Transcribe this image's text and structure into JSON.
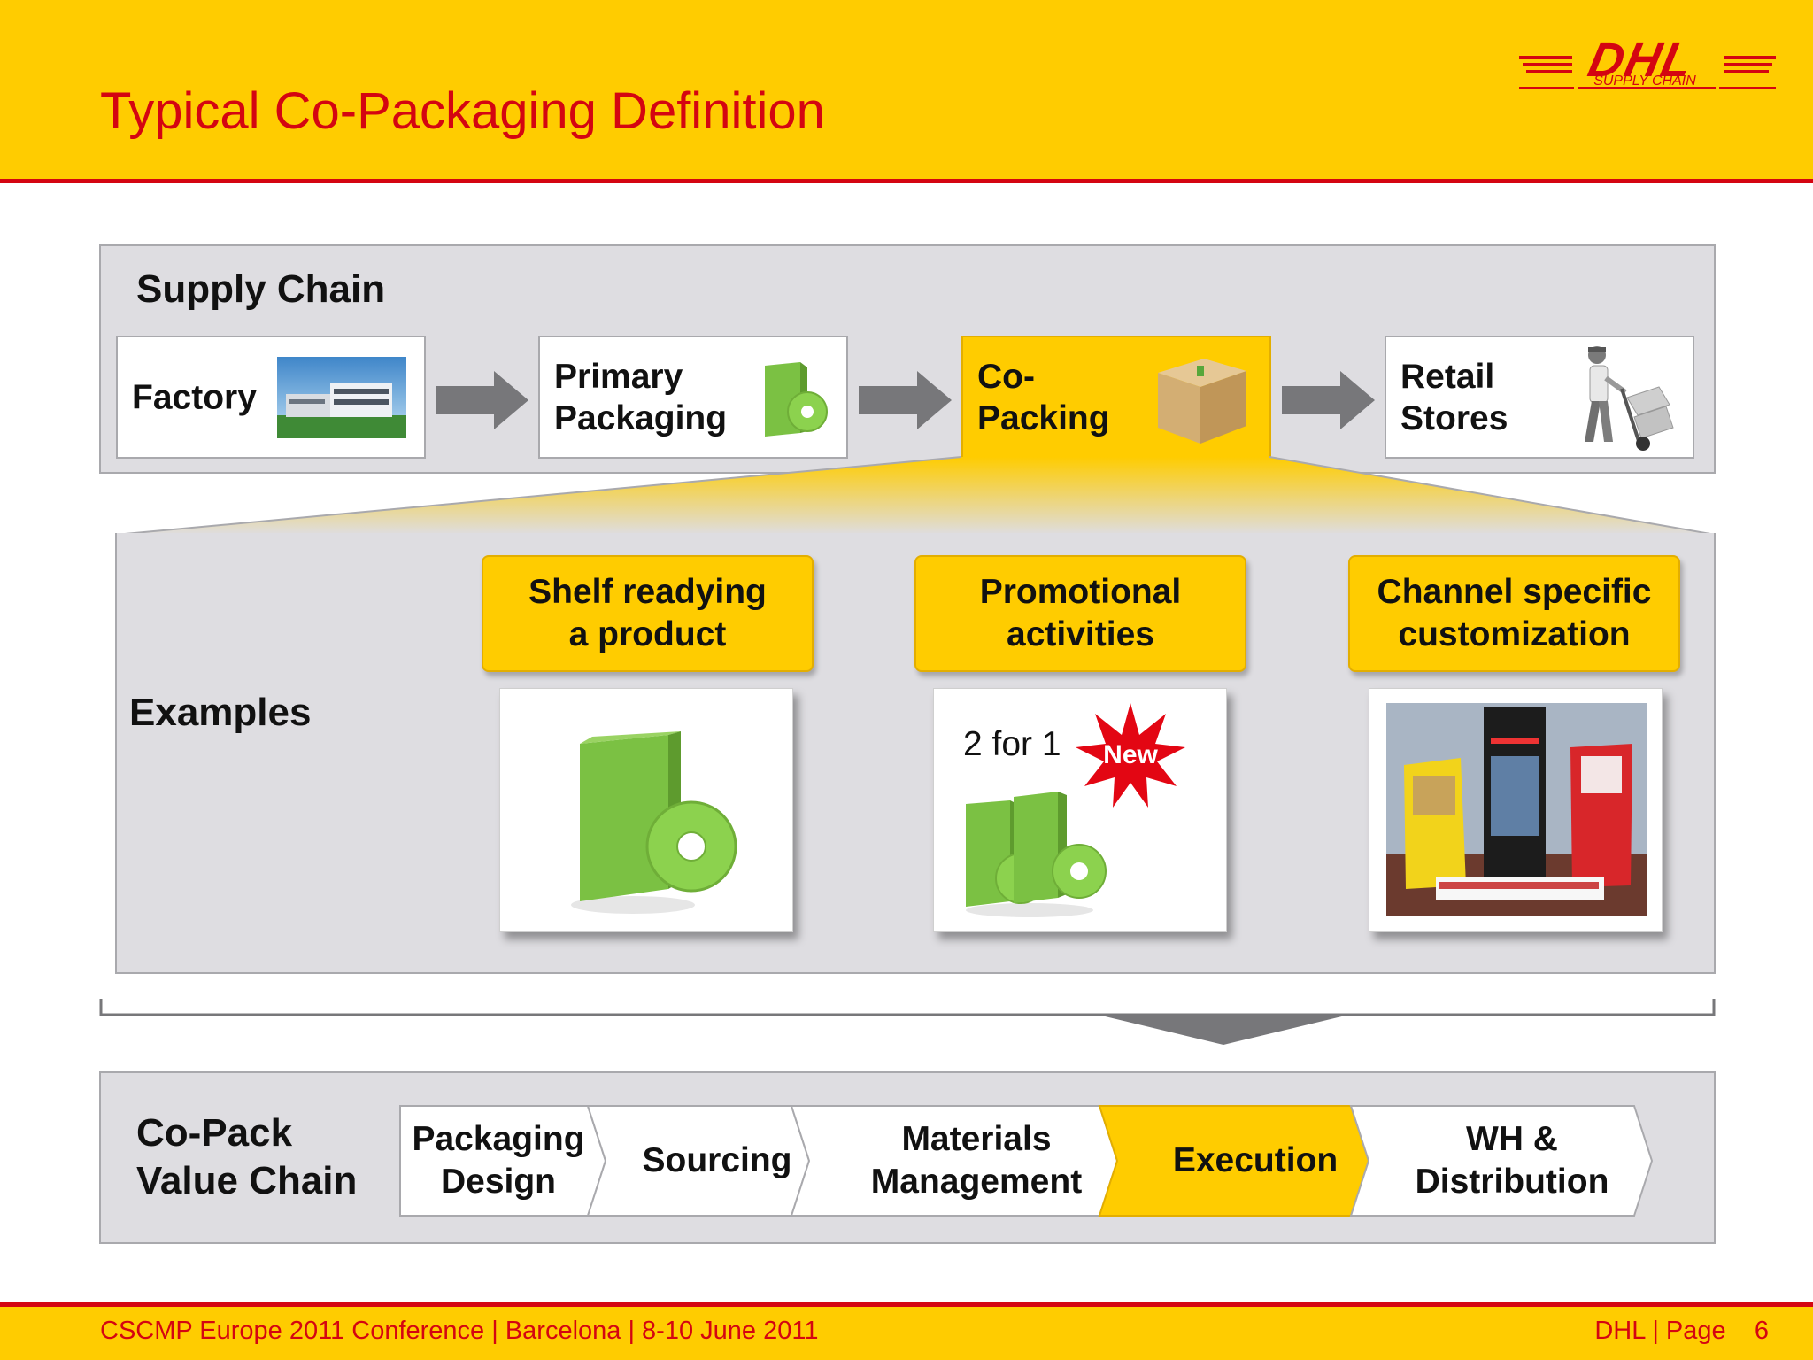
{
  "slide": {
    "title": "Typical Co-Packaging Definition",
    "logo": {
      "brand": "DHL",
      "sub": "SUPPLY CHAIN",
      "color": "#D40511"
    }
  },
  "supply_chain": {
    "label": "Supply Chain",
    "stages": [
      {
        "label": "Factory",
        "image": "factory-photo"
      },
      {
        "label": "Primary\nPackaging",
        "image": "green-box-disc-icon"
      },
      {
        "label": "Co-\nPacking",
        "image": "cardboard-box-icon",
        "highlighted": true
      },
      {
        "label": "Retail\nStores",
        "image": "delivery-person-hand-truck-icon"
      }
    ]
  },
  "examples": {
    "label": "Examples",
    "items": [
      {
        "heading": "Shelf readying\na product",
        "image": "green-box-disc-icon"
      },
      {
        "heading": "Promotional\nactivities",
        "image": "two-green-boxes-icon",
        "caption": "2 for 1",
        "burst": "New"
      },
      {
        "heading": "Channel specific\ncustomization",
        "image": "retail-display-stands-photo"
      }
    ]
  },
  "value_chain": {
    "label": "Co-Pack\nValue Chain",
    "steps": [
      {
        "label": "Packaging\nDesign"
      },
      {
        "label": "Sourcing"
      },
      {
        "label": "Materials\nManagement"
      },
      {
        "label": "Execution",
        "highlighted": true
      },
      {
        "label": "WH &\nDistribution"
      }
    ]
  },
  "footer": {
    "left": "CSCMP Europe 2011 Conference | Barcelona | 8-10 June 2011",
    "right": "DHL | Page    6"
  },
  "colors": {
    "dhl_yellow": "#FFCC00",
    "dhl_red": "#D40511",
    "panel_gray": "#DEDDE1",
    "arrow_gray": "#77777A"
  }
}
